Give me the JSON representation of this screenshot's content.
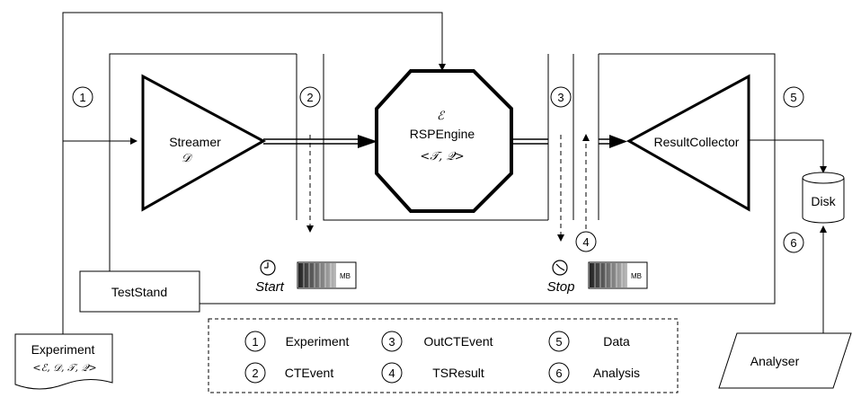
{
  "components": {
    "streamer": {
      "label": "Streamer",
      "symbol": "𝒟"
    },
    "engine": {
      "symbol": "ℰ",
      "label": "RSPEngine",
      "tuple": "<𝒯, 𝒬>"
    },
    "collector": {
      "label": "ResultCollector"
    },
    "teststand": {
      "label": "TestStand"
    },
    "disk": {
      "label": "Disk"
    },
    "analyser": {
      "label": "Analyser"
    },
    "experiment": {
      "label": "Experiment",
      "tuple": "<ℰ, 𝒟, 𝒯, 𝒬>"
    }
  },
  "markers": [
    "1",
    "2",
    "3",
    "4",
    "5",
    "6"
  ],
  "timers": {
    "start": {
      "label": "Start",
      "unit": "MB"
    },
    "stop": {
      "label": "Stop",
      "unit": "MB"
    }
  },
  "legend": [
    {
      "num": "1",
      "label": "Experiment"
    },
    {
      "num": "3",
      "label": "OutCTEvent"
    },
    {
      "num": "5",
      "label": "Data"
    },
    {
      "num": "2",
      "label": "CTEvent"
    },
    {
      "num": "4",
      "label": "TSResult"
    },
    {
      "num": "6",
      "label": "Analysis"
    }
  ],
  "colors": {
    "line": "#000000",
    "background": "#ffffff",
    "gauge_dark": "#333333",
    "gauge_light": "#dddddd"
  }
}
